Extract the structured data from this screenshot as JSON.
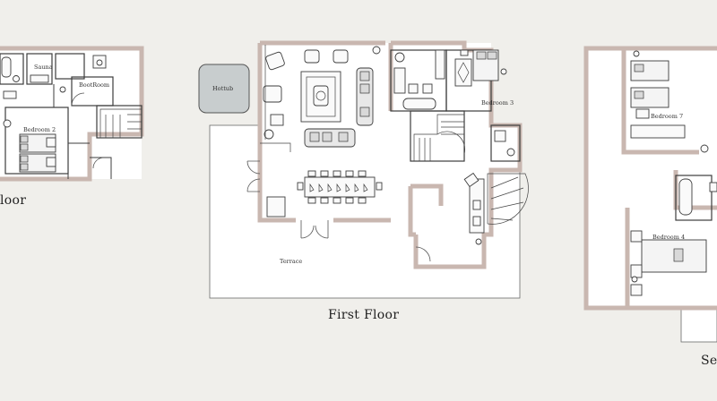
{
  "floors": {
    "ground": {
      "title": "loor",
      "rooms": {
        "sauna": "Sauna",
        "boot_room": "BootRoom",
        "bedroom_2": "Bedroom 2"
      }
    },
    "first": {
      "title": "First Floor",
      "rooms": {
        "hottub": "Hottub",
        "bedroom_3": "Bedroom 3",
        "terrace": "Terrace"
      }
    },
    "second": {
      "title": "Se",
      "rooms": {
        "bedroom_7": "Bedroom 7",
        "bedroom_4": "Bedroom 4"
      }
    }
  },
  "colors": {
    "background": "#f0efeb",
    "wall": "#c9b7b0",
    "hottub": "#c8cdce"
  }
}
